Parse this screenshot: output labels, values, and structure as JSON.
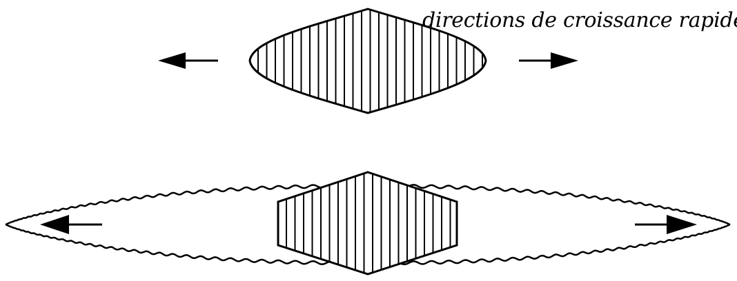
{
  "diagram": {
    "caption": "directions de croissance rapide",
    "stroke_color": "#000000",
    "fill_color": "#ffffff",
    "hatch": "vertical-lines",
    "figures": [
      {
        "id": "initial-crystal",
        "shape": "lens",
        "arrows": [
          "left",
          "right"
        ]
      },
      {
        "id": "grown-crystal",
        "shape": "hexagon-with-wavy-elongated-rim",
        "arrows": [
          "left",
          "right"
        ]
      }
    ]
  }
}
